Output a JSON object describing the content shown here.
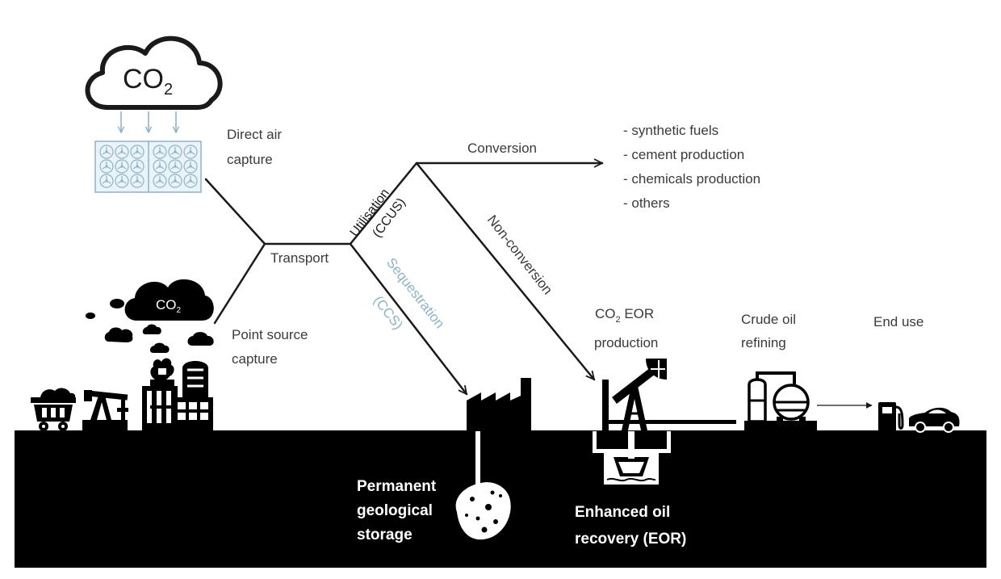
{
  "colors": {
    "ink": "#1a1a1a",
    "label": "#3a3a3a",
    "ground": "#000000",
    "accent_blue": "#8fb3c7",
    "dac_panel": "#eaf3f8"
  },
  "labels": {
    "co2_prefix": "CO",
    "co2_subscript": "2",
    "direct_air_capture": [
      "Direct air",
      "capture"
    ],
    "point_source_capture": [
      "Point source",
      "capture"
    ],
    "transport": "Transport",
    "utilisation": "Utilisation",
    "ccus": "(CCUS)",
    "sequestration": "Sequestration",
    "ccs": "(CCS)",
    "conversion": "Conversion",
    "non_conversion": "Non-conversion",
    "eor_production_line1_suffix": " EOR",
    "eor_production_line2": "production",
    "crude_oil_refining": [
      "Crude oil",
      "refining"
    ],
    "end_use": "End use",
    "permanent_storage": [
      "Permanent",
      "geological",
      "storage"
    ],
    "enhanced_oil_recovery": [
      "Enhanced oil",
      "recovery (EOR)"
    ]
  },
  "conversion_products": [
    "- synthetic fuels",
    "- cement production",
    "- chemicals production",
    "- others"
  ],
  "icons": [
    "co2-cloud-icon",
    "direct-air-capture-icon",
    "co2-smoke-cloud-icon",
    "coal-cart-icon",
    "oil-pump-icon",
    "power-plant-icon",
    "refinery-tower-icon",
    "factory-icon",
    "pumpjack-icon",
    "oil-well-icon",
    "storage-rock-icon",
    "refinery-icon",
    "fuel-pump-icon",
    "car-icon"
  ]
}
